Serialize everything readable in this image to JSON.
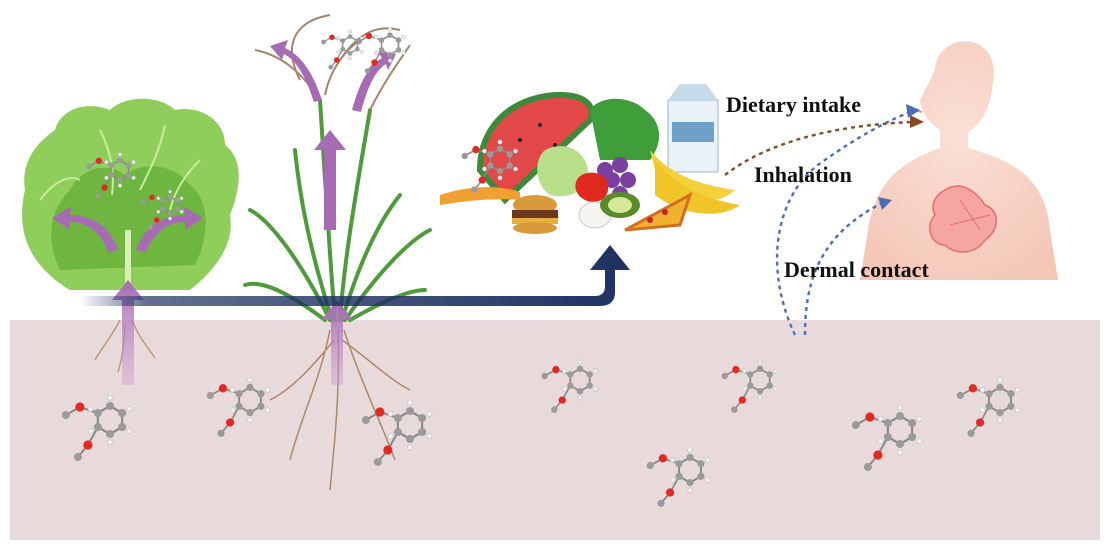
{
  "labels": {
    "dietary": "Dietary intake",
    "inhalation": "Inhalation",
    "dermal": "Dermal contact"
  },
  "colors": {
    "soil": "#e8dadb",
    "uptake_arrow": "#b07cb8",
    "transfer_arrow": "#1e3160",
    "pathway_dashed": "#4a6fb8",
    "dietary_dashed": "#8a4a22",
    "body_skin": "#f7d2c4",
    "lettuce": "#7cc04a",
    "grass": "#4f9a3a",
    "atom_carbon": "#9a9a9a",
    "atom_oxygen": "#e22a22",
    "atom_hydrogen": "#f2f2f2"
  },
  "icons": [
    "lettuce-plant-icon",
    "rice-plant-icon",
    "food-pile-icon",
    "human-body-icon",
    "lung-icon",
    "molecule-icon"
  ]
}
